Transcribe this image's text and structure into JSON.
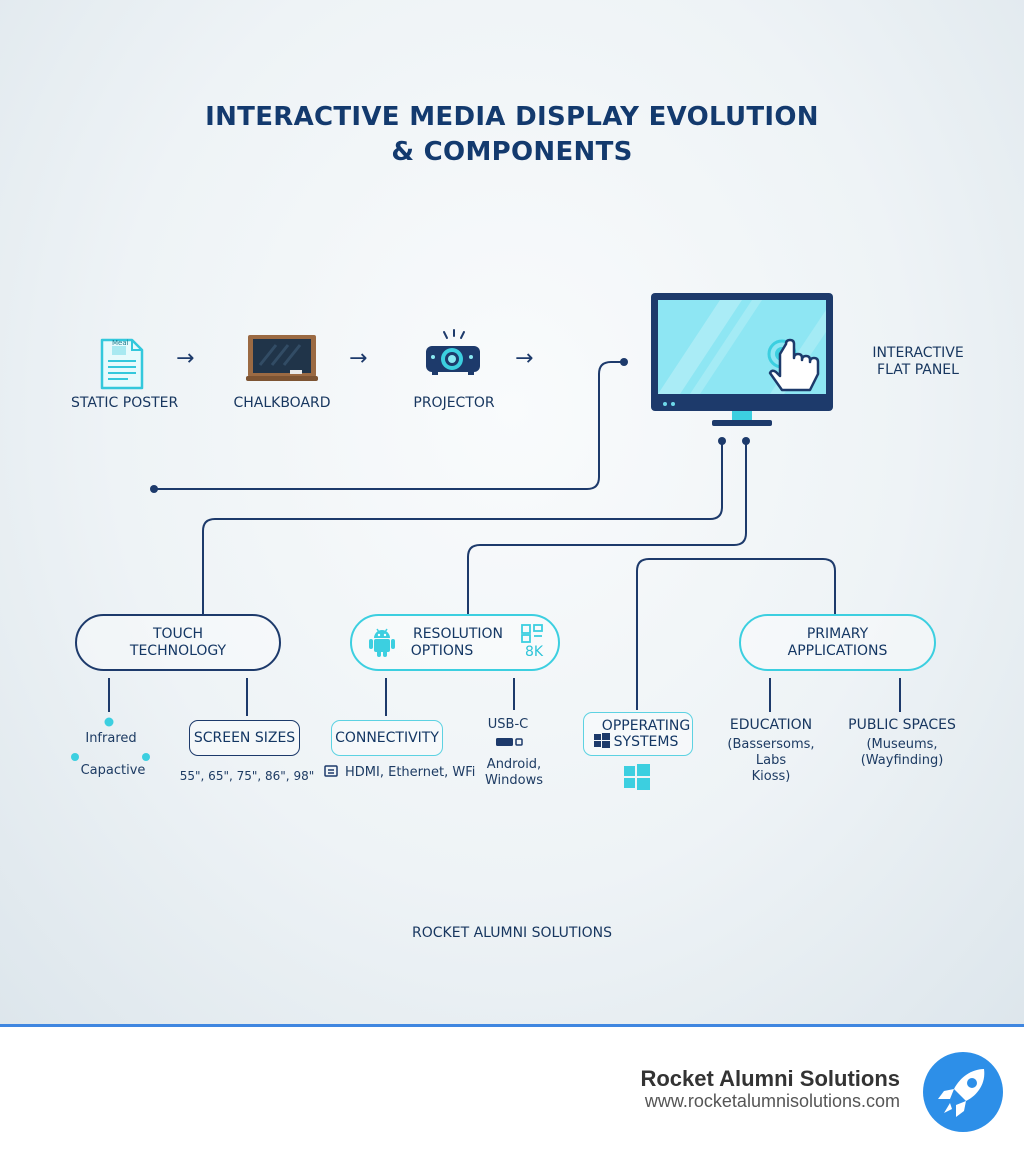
{
  "title": {
    "line1": "INTERACTIVE MEDIA DISPLAY EVOLUTION",
    "line2": "& COMPONENTS"
  },
  "evolution": {
    "static_poster": "STATIC POSTER",
    "chalkboard": "CHALKBOARD",
    "projector": "PROJECTOR",
    "panel_line1": "INTERACTIVE",
    "panel_line2": "FLAT PANEL",
    "arrow": "→"
  },
  "components": {
    "touch": {
      "line1": "TOUCH",
      "line2": "TECHNOLOGY",
      "infrared": "Infrared",
      "capacitive": "Capactive",
      "screen_sizes": "SCREEN SIZES",
      "sizes_list": "55\", 65\", 75\", 86\", 98\""
    },
    "resolution": {
      "line1": "RESOLUTION",
      "line2": "OPTIONS",
      "badge": "8K",
      "connectivity": "CONNECTIVITY",
      "ports": "HDMI, Ethernet, WFi",
      "usbc": "USB-C",
      "os_line1": "Android,",
      "os_line2": "Windows"
    },
    "operating": {
      "line1": "OPPERATING",
      "line2": "SYSTEMS"
    },
    "applications": {
      "line1": "PRIMARY",
      "line2": "APPLICATIONS",
      "education": "EDUCATION",
      "education_l1": "(Bassersoms,",
      "education_l2": "Labs",
      "education_l3": "Kioss)",
      "public": "PUBLIC SPACES",
      "public_l1": "(Museums,",
      "public_l2": "(Wayfinding)"
    }
  },
  "poster_icon_text": "Meal",
  "credit": "ROCKET ALUMNI SOLUTIONS",
  "footer": {
    "brand": "Rocket Alumni Solutions",
    "url": "www.rocketalumnisolutions.com"
  },
  "colors": {
    "navy": "#1d3a6b",
    "cyan": "#3ccfe0",
    "title": "#133a6e",
    "footer_accent": "#3f86e0"
  }
}
